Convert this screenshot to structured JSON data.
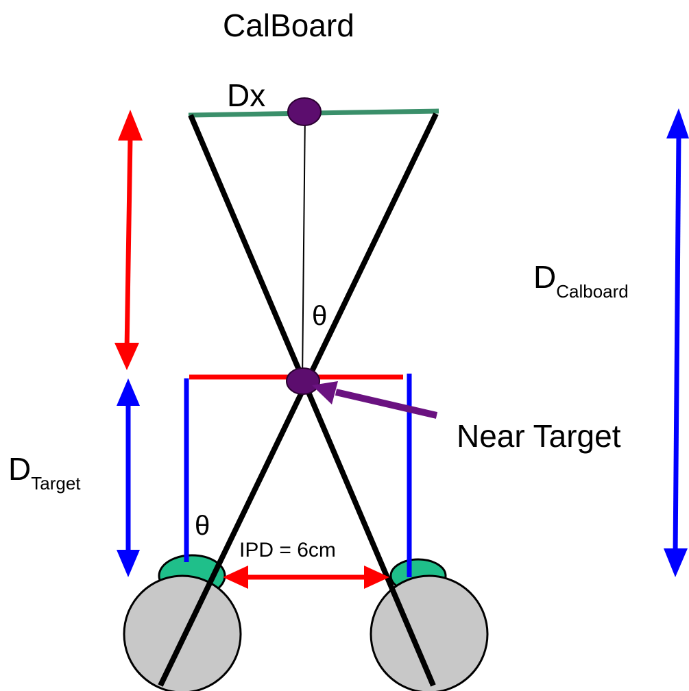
{
  "labels": {
    "calboard_title": "CalBoard",
    "dx": "Dx",
    "theta_top": "θ",
    "theta_bottom": "θ",
    "d_calboard_main": "D",
    "d_calboard_sub": "Calboard",
    "d_target_main": "D",
    "d_target_sub": "Target",
    "near_target": "Near Target",
    "ipd": "IPD = 6cm"
  },
  "colors": {
    "calboard_line": "#3a8f6a",
    "target_dot": "#5c0d6e",
    "near_target_arrow": "#6a1280",
    "red": "#ff0000",
    "blue": "#0000ff",
    "sight_line": "#000000",
    "eye_fill": "#c8c8c8",
    "lens_fill": "#1fbf8a"
  },
  "icons": {
    "eye": "circle",
    "lens": "ellipse",
    "target": "ellipse"
  }
}
